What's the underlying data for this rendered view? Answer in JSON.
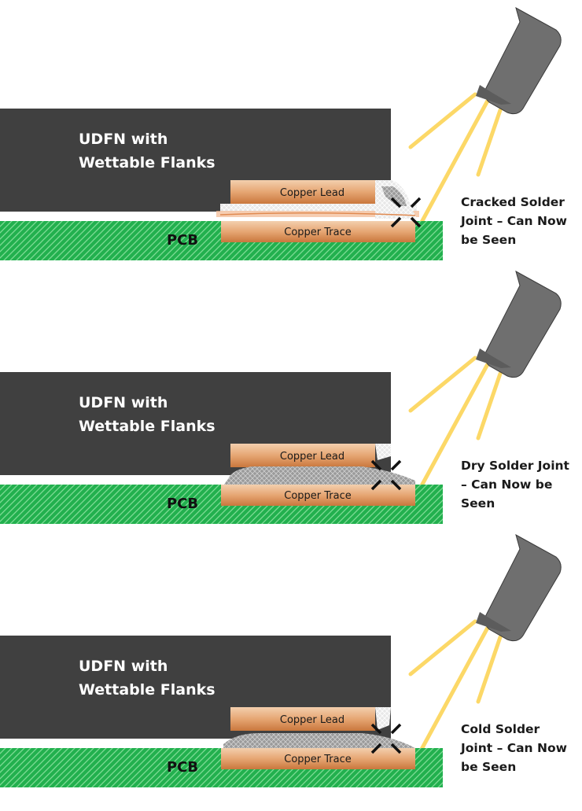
{
  "panels": [
    {
      "id": "cracked",
      "package_label": [
        "UDFN with",
        "Wettable Flanks"
      ],
      "lead_label": "Copper Lead",
      "trace_label": "Copper Trace",
      "pcb_label": "PCB",
      "defect": "cracked",
      "caption": [
        "Cracked Solder",
        "Joint – Can Now",
        "be Seen"
      ]
    },
    {
      "id": "dry",
      "package_label": [
        "UDFN with",
        "Wettable Flanks"
      ],
      "lead_label": "Copper Lead",
      "trace_label": "Copper Trace",
      "pcb_label": "PCB",
      "defect": "dry",
      "caption": [
        "Dry Solder Joint",
        "– Can Now be",
        "Seen"
      ]
    },
    {
      "id": "cold",
      "package_label": [
        "UDFN with",
        "Wettable Flanks"
      ],
      "lead_label": "Copper Lead",
      "trace_label": "Copper Trace",
      "pcb_label": "PCB",
      "defect": "cold",
      "caption": [
        "Cold Solder",
        "Joint – Can Now",
        "be Seen"
      ]
    }
  ],
  "colors": {
    "package": "#404040",
    "copper_light": "#f0c7a3",
    "copper_dark": "#c9773d",
    "pcb_green": "#22b04e",
    "solder_gray": "#999999",
    "camera": "#6f6f6f",
    "light_beam": "#fcd867",
    "crack_mark": "#111111"
  },
  "icons": {
    "camera": "inspection-camera-icon",
    "defect_marker": "defect-x-icon"
  }
}
